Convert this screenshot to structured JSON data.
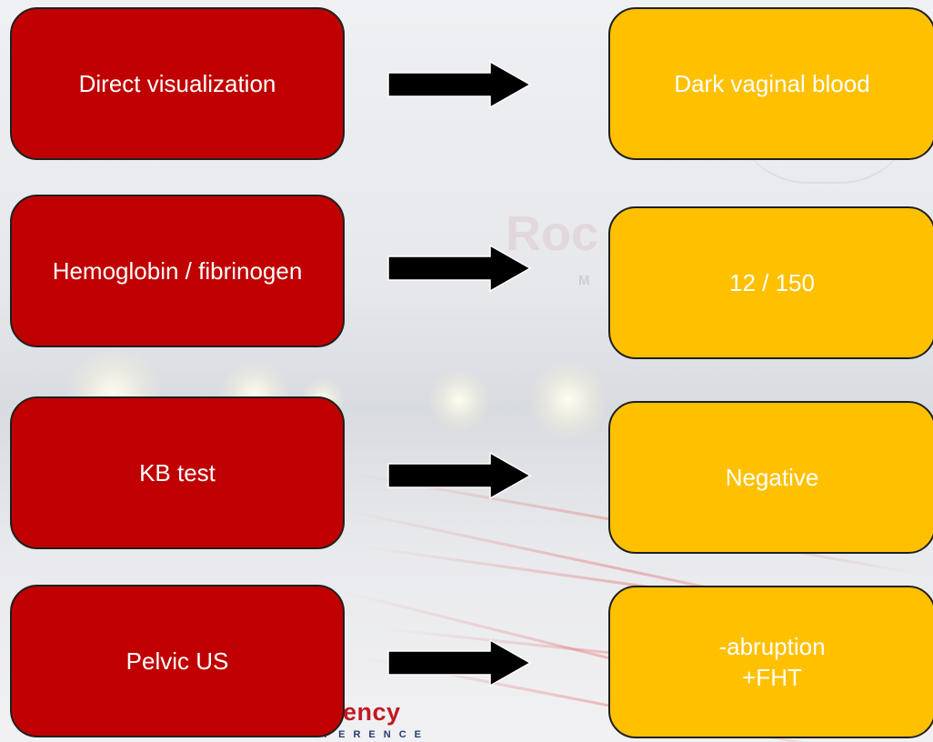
{
  "colors": {
    "finding_box_fill": "#c00000",
    "result_box_fill": "#ffc000",
    "box_text": "#ffffff",
    "arrow": "#000000"
  },
  "rows": [
    {
      "finding": "Direct visualization",
      "result": "Dark vaginal blood"
    },
    {
      "finding": "Hemoglobin / fibrinogen",
      "result": "12 / 150"
    },
    {
      "finding": "KB test",
      "result": "Negative"
    },
    {
      "finding": "Pelvic US",
      "result": "-abruption\n+FHT"
    }
  ],
  "background": {
    "watermark_text": "Roc",
    "watermark_sub": "M",
    "logo_text": "gency",
    "logo_subtitle": "MEDICAL CONFERENCE"
  }
}
